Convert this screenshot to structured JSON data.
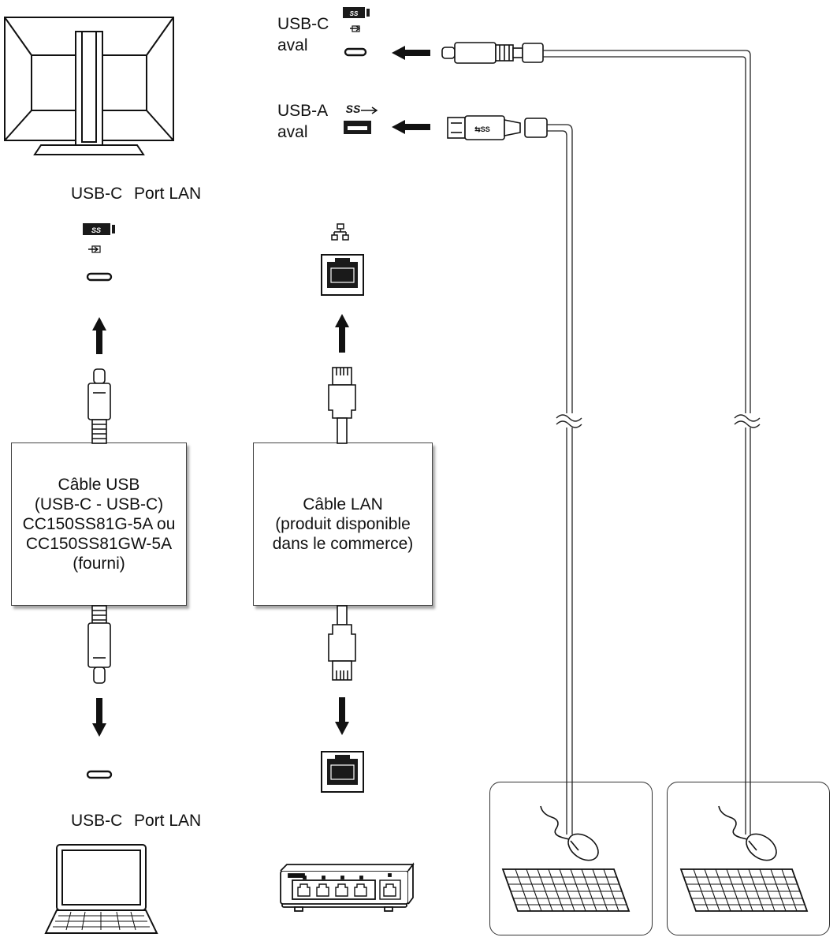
{
  "top_ports": {
    "usb_c_downstream": {
      "line1": "USB-C",
      "line2": "aval"
    },
    "usb_a_downstream": {
      "line1": "USB-A",
      "line2": "aval"
    }
  },
  "monitor_ports_label": {
    "usb_c": "USB-C",
    "lan": "Port LAN"
  },
  "pc_ports_label": {
    "usb_c": "USB-C",
    "lan": "Port LAN"
  },
  "usb_cable_box": {
    "lines": [
      "Câble USB",
      "(USB-C - USB-C)",
      "CC150SS81G-5A ou",
      "CC150SS81GW-5A",
      "(fourni)"
    ]
  },
  "lan_cable_box": {
    "lines": [
      "Câble LAN",
      "(produit disponible",
      "dans le commerce)"
    ]
  },
  "icons": {
    "superspeed_logo": "SS",
    "colors": {
      "line": "#111111",
      "fill_dark": "#1a1a1a",
      "bg": "#ffffff"
    }
  }
}
